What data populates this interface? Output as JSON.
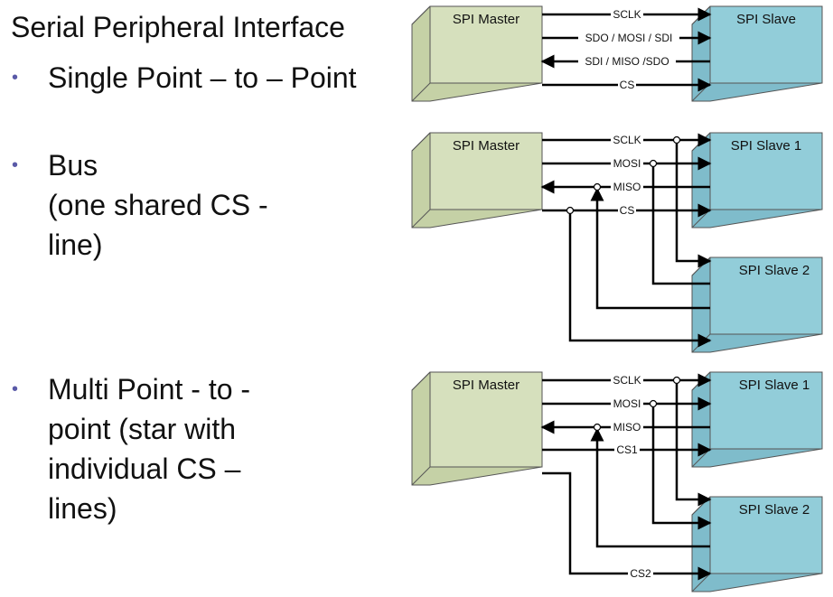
{
  "title": "Serial Peripheral Interface",
  "bullets": [
    {
      "text": "Single Point – to – Point"
    },
    {
      "text": "Bus\n(one shared CS -\nline)"
    },
    {
      "text": "Multi Point - to -\npoint (star with\nindividual CS –\nlines)"
    }
  ],
  "bullet_glyph": "•",
  "colors": {
    "master_fill": "#d6e0bd",
    "slave_fill": "#92cdd9",
    "box_stroke": "#555555",
    "wire": "#000000",
    "bullet": "#5a5aa8"
  },
  "diagrams": {
    "point_to_point": {
      "master": "SPI Master",
      "slave": "SPI Slave",
      "signals": [
        "SCLK",
        "SDO / MOSI / SDI",
        "SDI / MISO /SDO",
        "CS"
      ]
    },
    "bus": {
      "master": "SPI Master",
      "slave1": "SPI Slave 1",
      "slave2": "SPI Slave 2",
      "signals": [
        "SCLK",
        "MOSI",
        "MISO",
        "CS"
      ]
    },
    "star": {
      "master": "SPI Master",
      "slave1": "SPI Slave 1",
      "slave2": "SPI Slave 2",
      "signals": [
        "SCLK",
        "MOSI",
        "MISO",
        "CS1",
        "CS2"
      ]
    }
  }
}
